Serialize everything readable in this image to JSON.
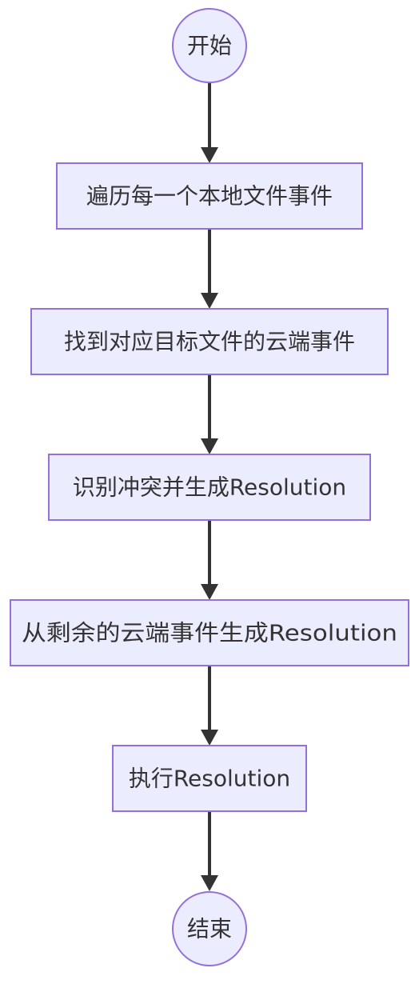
{
  "flowchart": {
    "start": {
      "label": "开始"
    },
    "steps": [
      {
        "label": "遍历每一个本地文件事件"
      },
      {
        "label": "找到对应目标文件的云端事件"
      },
      {
        "label": "识别冲突并生成Resolution"
      },
      {
        "label": "从剩余的云端事件生成Resolution"
      },
      {
        "label": "执行Resolution"
      }
    ],
    "end": {
      "label": "结束"
    }
  },
  "colors": {
    "node_fill": "#ECECFF",
    "node_stroke": "#9370DB",
    "edge": "#333333",
    "text": "#333333"
  }
}
